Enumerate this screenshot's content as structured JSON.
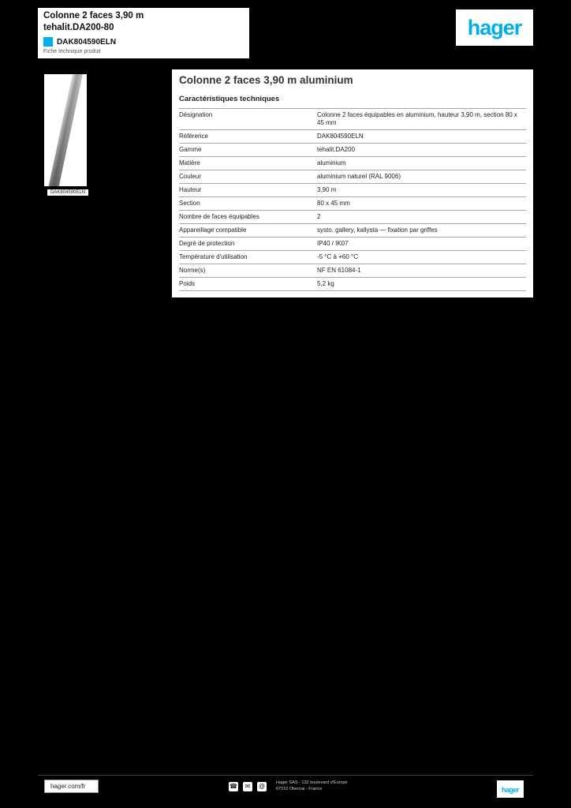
{
  "colors": {
    "accent": "#00AFEA",
    "background": "#000000",
    "paper": "#ffffff",
    "rule": "#a8a8a8"
  },
  "header": {
    "title_line1": "Colonne 2 faces 3,90 m",
    "title_line2": "tehalit.DA200-80",
    "reference": "DAK804590ELN",
    "subtitle": "Fiche technique produit",
    "logo": "hager"
  },
  "product": {
    "image_caption": "DAK804590ELN",
    "title": "Colonne 2 faces 3,90 m aluminium",
    "section_title": "Caractéristiques techniques",
    "specs": [
      {
        "label": "Désignation",
        "value": "Colonne 2 faces équipables en aluminium, hauteur 3,90 m, section 80 x 45 mm"
      },
      {
        "label": "Référence",
        "value": "DAK804590ELN"
      },
      {
        "label": "Gamme",
        "value": "tehalit.DA200"
      },
      {
        "label": "Matière",
        "value": "aluminium"
      },
      {
        "label": "Couleur",
        "value": "aluminium naturel (RAL 9006)"
      },
      {
        "label": "Hauteur",
        "value": "3,90 m"
      },
      {
        "label": "Section",
        "value": "80 x 45 mm"
      },
      {
        "label": "Nombre de faces équipables",
        "value": "2"
      },
      {
        "label": "Appareillage compatible",
        "value": "systo, gallery, kallysta — fixation par griffes"
      },
      {
        "label": "Degré de protection",
        "value": "IP40 / IK07"
      },
      {
        "label": "Température d'utilisation",
        "value": "-5 °C à +60 °C"
      },
      {
        "label": "Norme(s)",
        "value": "NF EN 61084-1"
      },
      {
        "label": "Poids",
        "value": "5,2 kg"
      }
    ]
  },
  "footer": {
    "website": "hager.com/fr",
    "icons": [
      {
        "name": "phone-icon",
        "glyph": "☎"
      },
      {
        "name": "mail-icon",
        "glyph": "✉"
      },
      {
        "name": "web-icon",
        "glyph": "@"
      }
    ],
    "address_line1": "Hager SAS - 132 boulevard d'Europe",
    "address_line2": "67210 Obernai - France",
    "logo": "hager"
  }
}
